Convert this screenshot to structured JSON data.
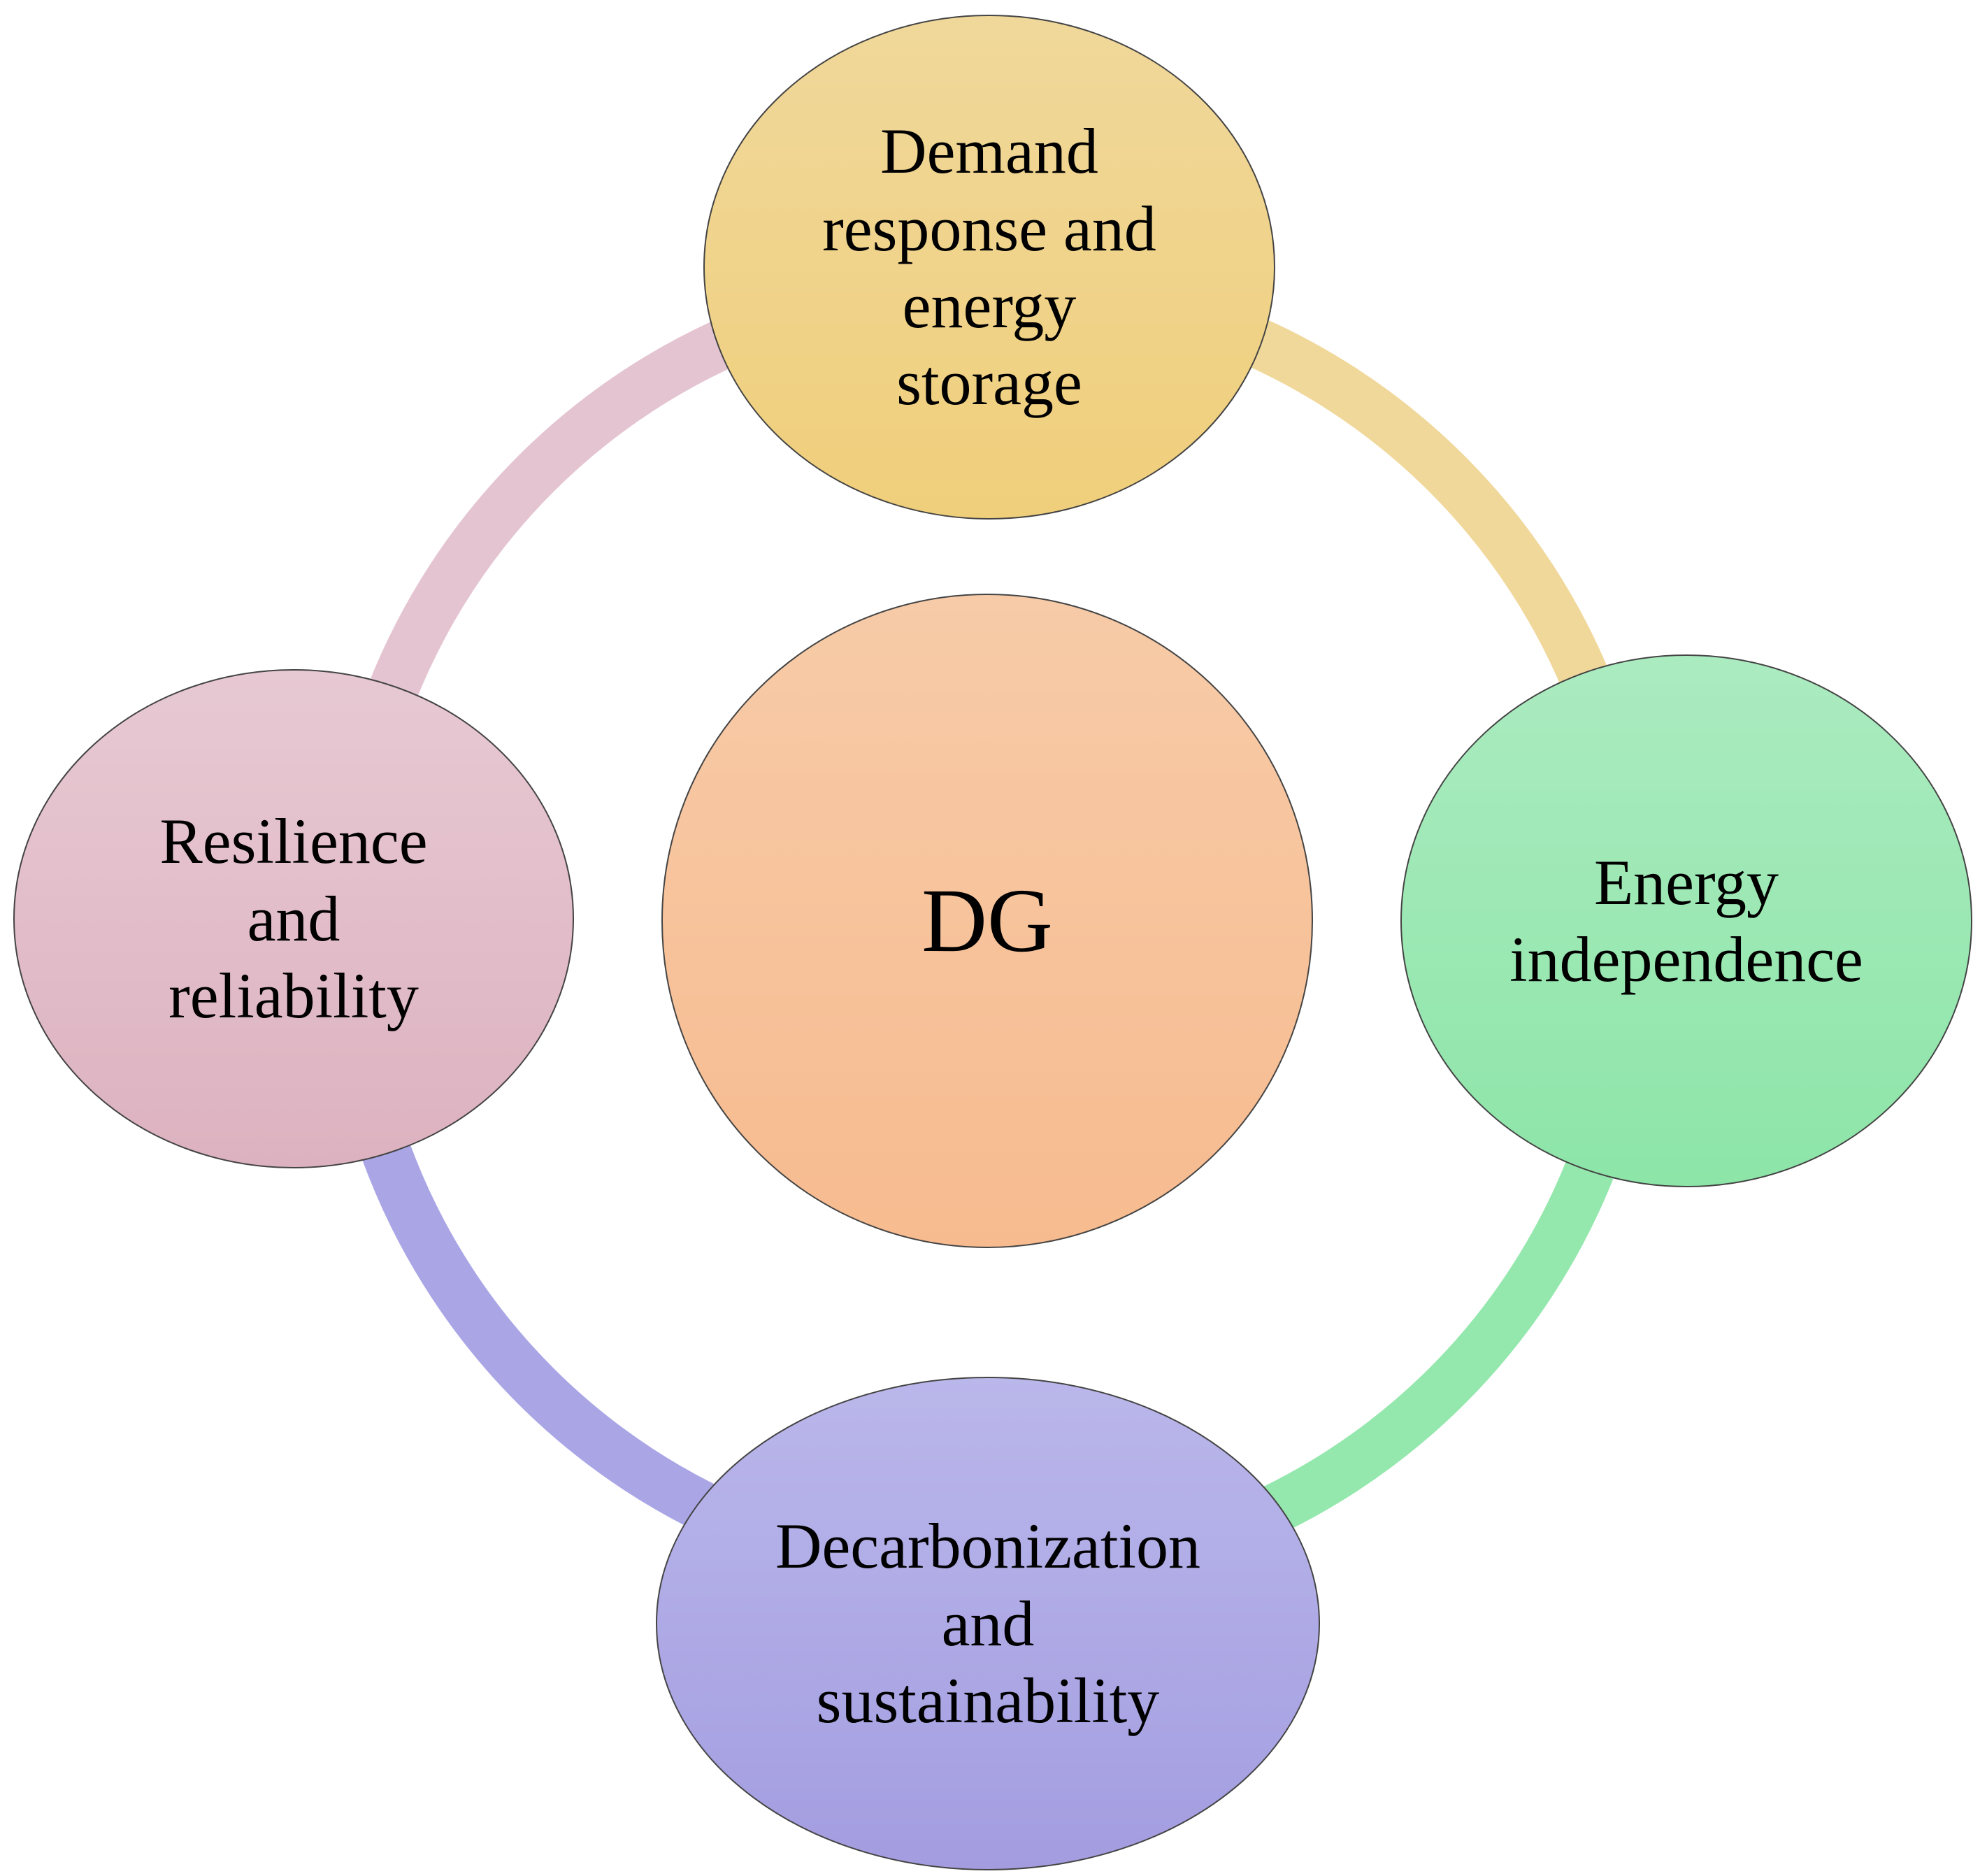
{
  "center": {
    "label": "DG",
    "color_top": "#f7cba8",
    "color_bottom": "#f7bb8f"
  },
  "nodes": [
    {
      "id": "demand-response",
      "label": "Demand\nresponse and\nenergy\nstorage",
      "color_top": "#f0d89b",
      "color_bottom": "#f0cf7b"
    },
    {
      "id": "energy-independence",
      "label": "Energy\nindependence",
      "color_top": "#abebc0",
      "color_bottom": "#8de5a8"
    },
    {
      "id": "decarbonization",
      "label": "Decarbonization\nand\nsustainability",
      "color_top": "#bab7eb",
      "color_bottom": "#a39de0"
    },
    {
      "id": "resilience",
      "label": "Resilience\nand\nreliability",
      "color_top": "#e7c9d3",
      "color_bottom": "#ddb2c0"
    }
  ],
  "arcs": [
    {
      "from": "demand-response",
      "to": "energy-independence",
      "color": "#f0d89b"
    },
    {
      "from": "energy-independence",
      "to": "decarbonization",
      "color": "#95e8ad"
    },
    {
      "from": "decarbonization",
      "to": "resilience",
      "color": "#aaa6e6"
    },
    {
      "from": "resilience",
      "to": "demand-response",
      "color": "#e4c4d0"
    }
  ]
}
